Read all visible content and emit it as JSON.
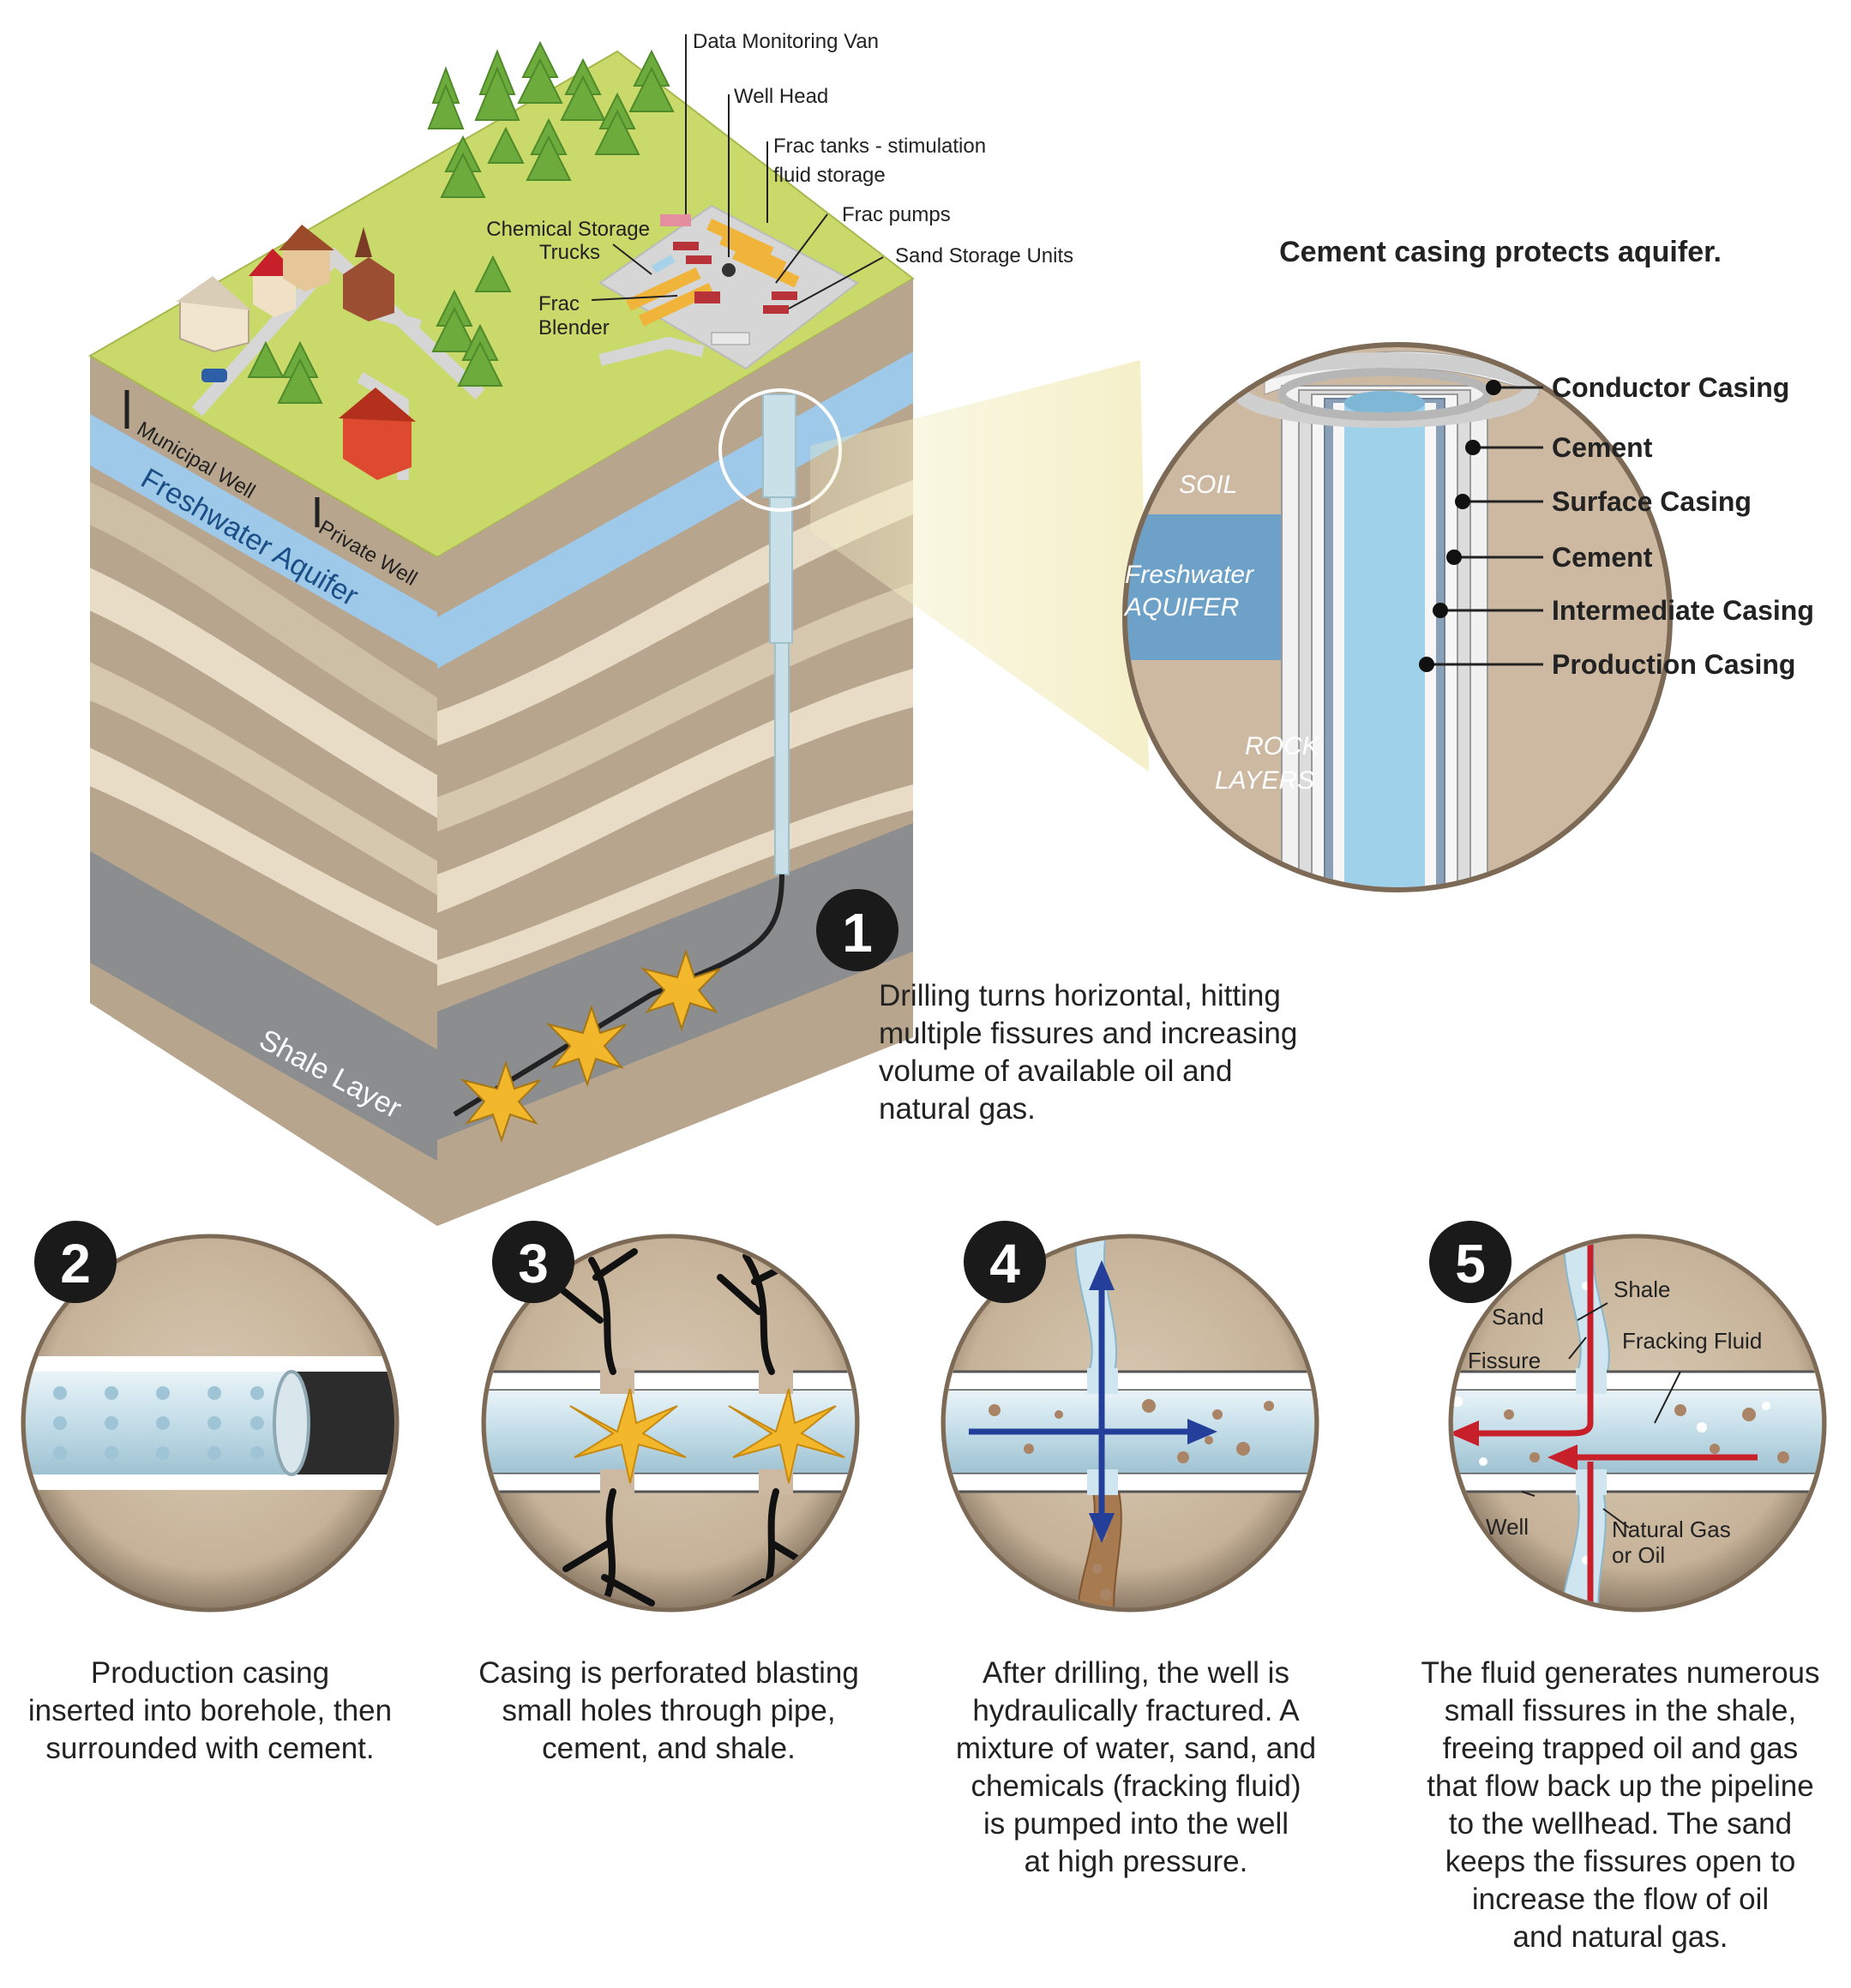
{
  "surface_labels": {
    "data_monitoring_van": "Data Monitoring Van",
    "well_head": "Well Head",
    "frac_tanks_1": "Frac tanks - stimulation",
    "frac_tanks_2": "fluid storage",
    "frac_pumps": "Frac pumps",
    "chemical_storage_1": "Chemical Storage",
    "chemical_storage_2": "Trucks",
    "sand_storage": "Sand Storage Units",
    "frac_blender_1": "Frac",
    "frac_blender_2": "Blender"
  },
  "block_labels": {
    "municipal_well": "Municipal Well",
    "private_well": "Private Well",
    "freshwater_aquifer": "Freshwater Aquifer",
    "shale_layer": "Shale Layer"
  },
  "casing_detail": {
    "title": "Cement casing protects aquifer.",
    "soil": "SOIL",
    "aquifer_1": "Freshwater",
    "aquifer_2": "AQUIFER",
    "rock_1": "ROCK",
    "rock_2": "LAYERS",
    "layers": [
      "Conductor Casing",
      "Cement",
      "Surface Casing",
      "Cement",
      "Intermediate Casing",
      "Production Casing"
    ]
  },
  "step1": {
    "number": "1",
    "lines": [
      "Drilling turns horizontal, hitting",
      "multiple fissures and increasing",
      "volume of available oil and",
      "natural gas."
    ]
  },
  "step2": {
    "number": "2",
    "lines": [
      "Production casing",
      "inserted into borehole, then",
      "surrounded with cement."
    ]
  },
  "step3": {
    "number": "3",
    "lines": [
      "Casing is perforated blasting",
      "small holes through pipe,",
      "cement, and shale."
    ]
  },
  "step4": {
    "number": "4",
    "lines": [
      "After drilling, the well is",
      "hydraulically fractured. A",
      "mixture of water, sand, and",
      "chemicals (fracking fluid)",
      "is pumped into the well",
      "at high pressure."
    ]
  },
  "step5": {
    "number": "5",
    "lines": [
      "The fluid generates numerous",
      "small fissures in the shale,",
      "freeing trapped oil and gas",
      "that flow back up the pipeline",
      "to the wellhead. The sand",
      "keeps the fissures open to",
      "increase the flow of oil",
      "and natural gas."
    ],
    "labels": {
      "sand": "Sand",
      "fissure": "Fissure",
      "shale": "Shale",
      "fracking_fluid": "Fracking Fluid",
      "well": "Well",
      "gas_1": "Natural Gas",
      "gas_2": "or Oil"
    }
  },
  "colors": {
    "ground_top": "#c9d96a",
    "soil": "#b8a58e",
    "light_band": "#e8dcc6",
    "aquifer": "#9ec9e8",
    "shale": "#8c8d8e",
    "pipe": "#cde3ec",
    "flow_blue": "#233f9a",
    "flow_red": "#c8202a",
    "flare": "#f3b72b"
  }
}
